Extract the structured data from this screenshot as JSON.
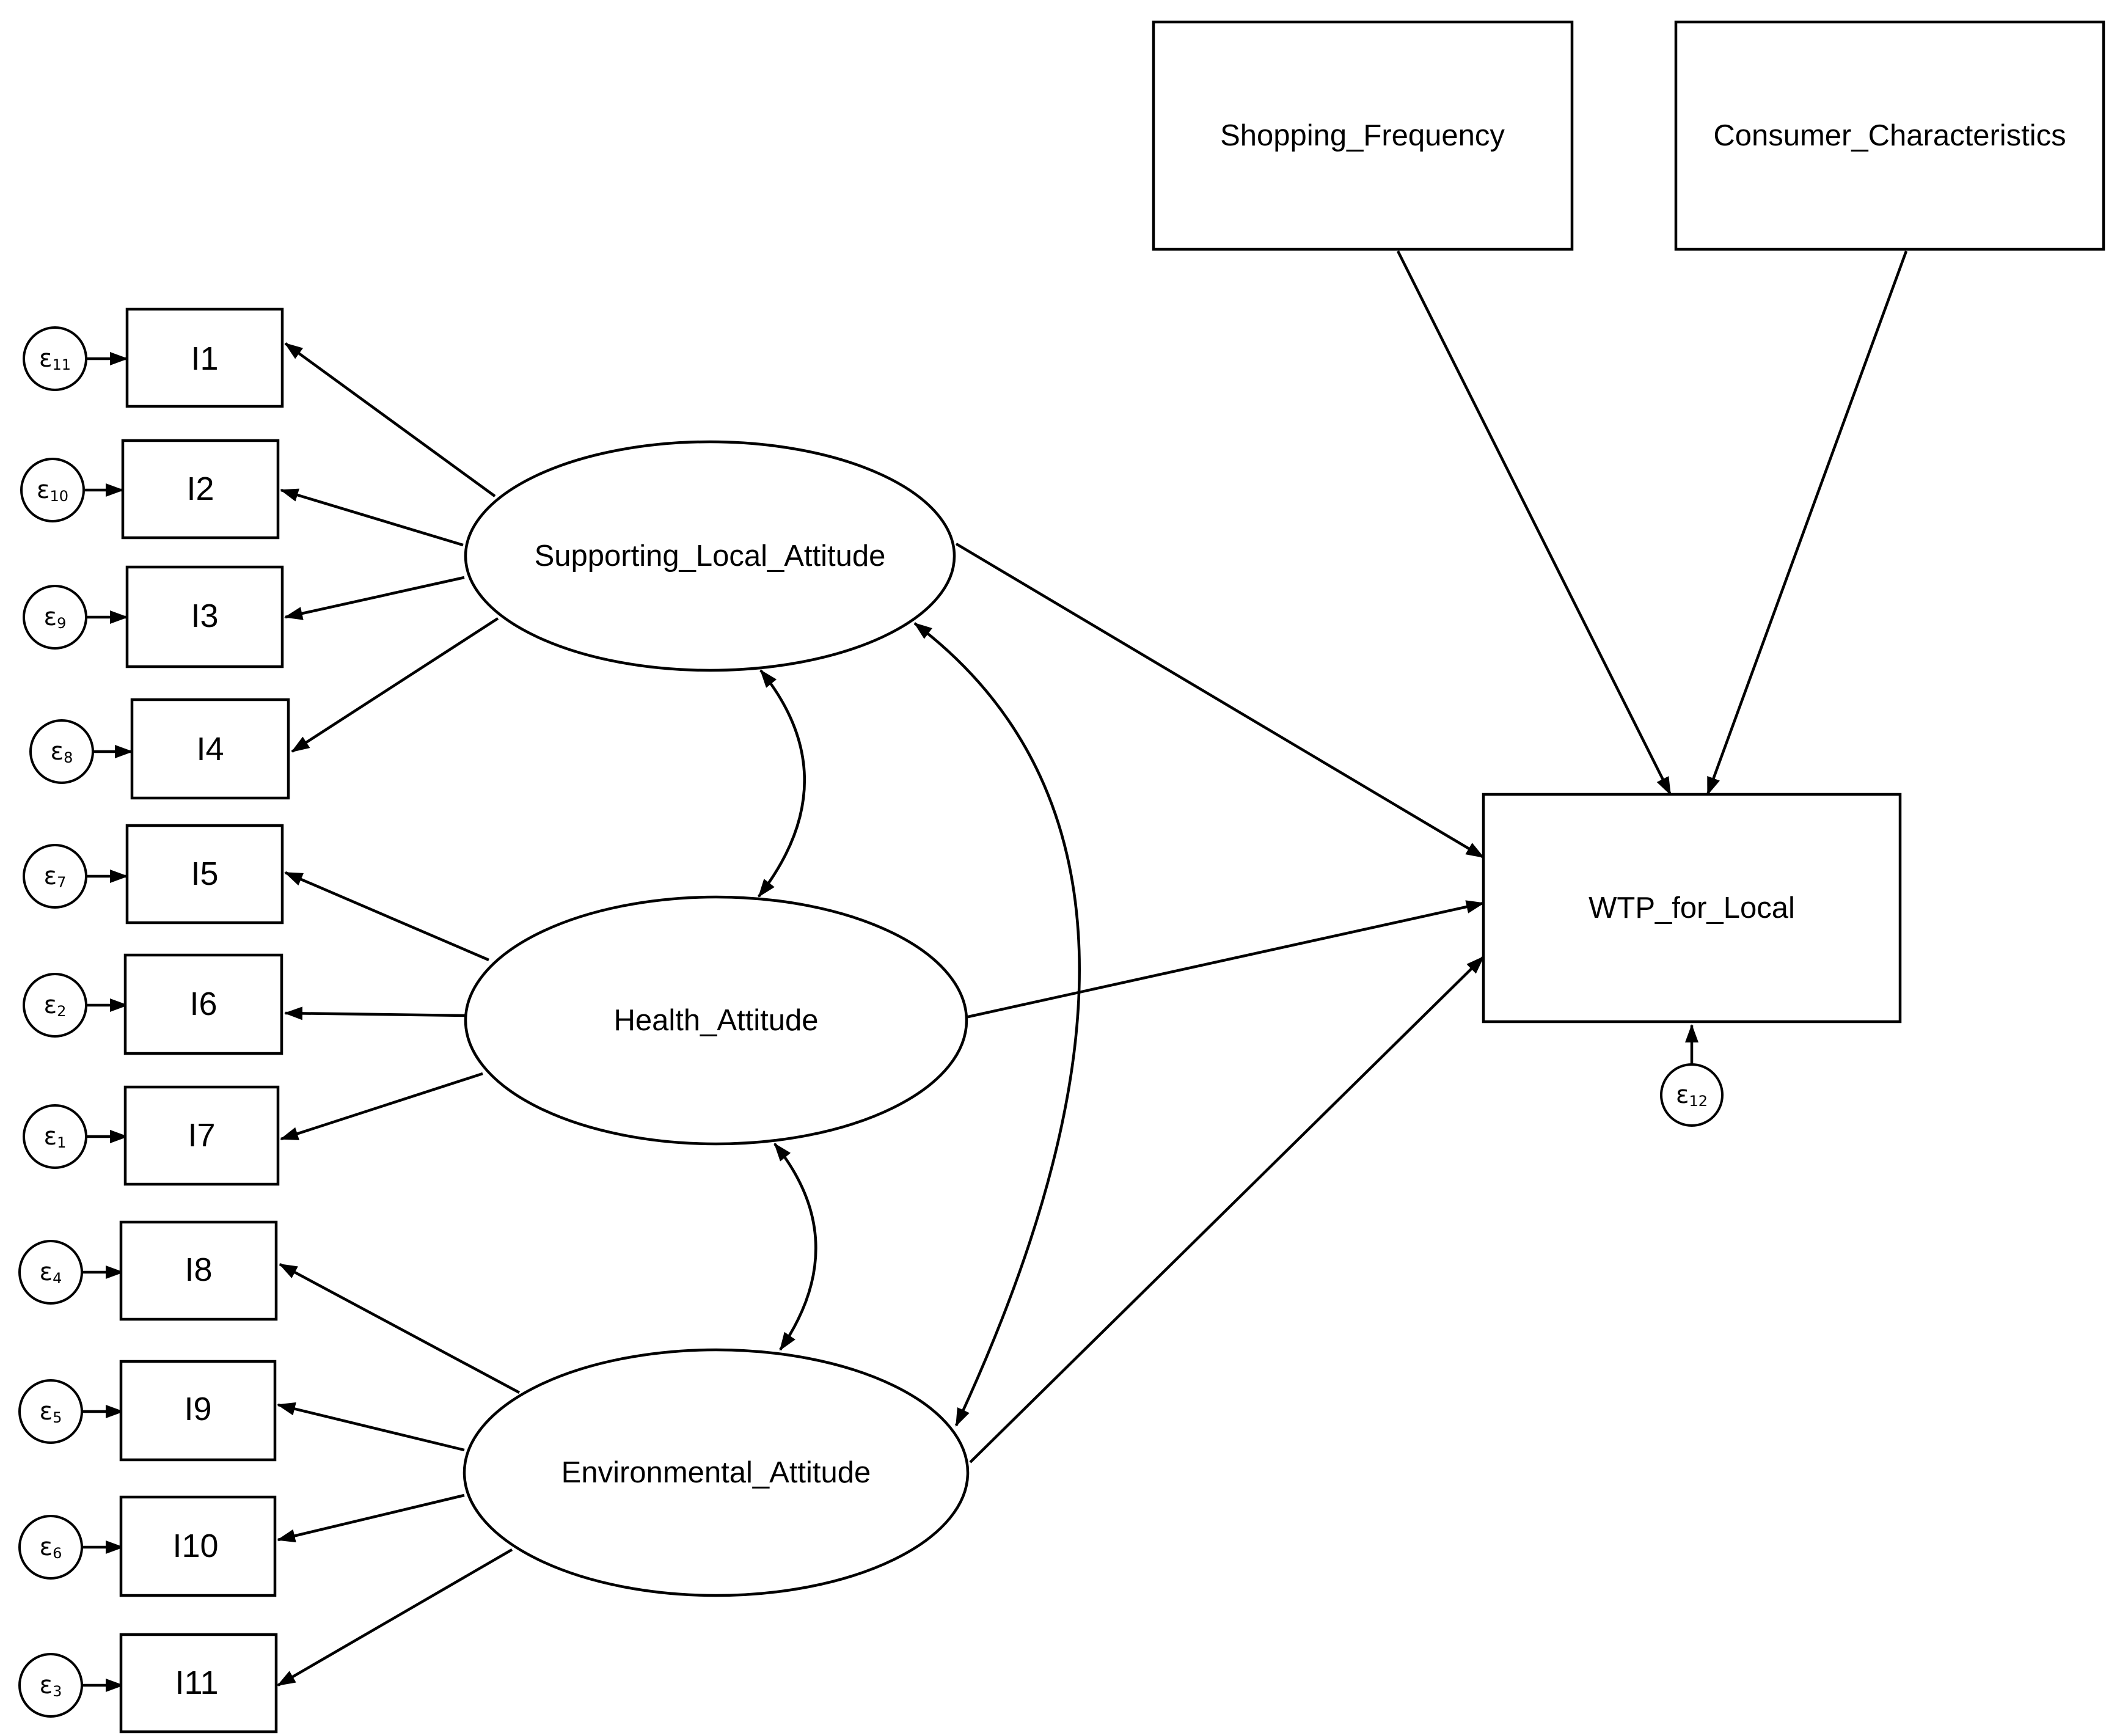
{
  "latent_factors": [
    {
      "id": "sla",
      "label": "Supporting_Local_Attitude"
    },
    {
      "id": "ha",
      "label": "Health_Attitude"
    },
    {
      "id": "ea",
      "label": "Environmental_Attitude"
    }
  ],
  "observed_predictors": [
    {
      "id": "sf",
      "label": "Shopping_Frequency"
    },
    {
      "id": "cc",
      "label": "Consumer_Characteristics"
    }
  ],
  "outcome": {
    "id": "wtp",
    "label": "WTP_for_Local",
    "error": {
      "symbol": "ε",
      "index": "12"
    }
  },
  "indicators": [
    {
      "label": "I1",
      "factor": "sla",
      "error": {
        "symbol": "ε",
        "index": "11"
      }
    },
    {
      "label": "I2",
      "factor": "sla",
      "error": {
        "symbol": "ε",
        "index": "10"
      }
    },
    {
      "label": "I3",
      "factor": "sla",
      "error": {
        "symbol": "ε",
        "index": "9"
      }
    },
    {
      "label": "I4",
      "factor": "sla",
      "error": {
        "symbol": "ε",
        "index": "8"
      }
    },
    {
      "label": "I5",
      "factor": "ha",
      "error": {
        "symbol": "ε",
        "index": "7"
      }
    },
    {
      "label": "I6",
      "factor": "ha",
      "error": {
        "symbol": "ε",
        "index": "2"
      }
    },
    {
      "label": "I7",
      "factor": "ha",
      "error": {
        "symbol": "ε",
        "index": "1"
      }
    },
    {
      "label": "I8",
      "factor": "ea",
      "error": {
        "symbol": "ε",
        "index": "4"
      }
    },
    {
      "label": "I9",
      "factor": "ea",
      "error": {
        "symbol": "ε",
        "index": "5"
      }
    },
    {
      "label": "I10",
      "factor": "ea",
      "error": {
        "symbol": "ε",
        "index": "6"
      }
    },
    {
      "label": "I11",
      "factor": "ea",
      "error": {
        "symbol": "ε",
        "index": "3"
      }
    }
  ],
  "paths": [
    {
      "from": "sla",
      "to": "wtp"
    },
    {
      "from": "ha",
      "to": "wtp"
    },
    {
      "from": "ea",
      "to": "wtp"
    },
    {
      "from": "sf",
      "to": "wtp"
    },
    {
      "from": "cc",
      "to": "wtp"
    }
  ],
  "covariances": [
    {
      "a": "sla",
      "b": "ha"
    },
    {
      "a": "ha",
      "b": "ea"
    },
    {
      "a": "sla",
      "b": "ea"
    }
  ]
}
